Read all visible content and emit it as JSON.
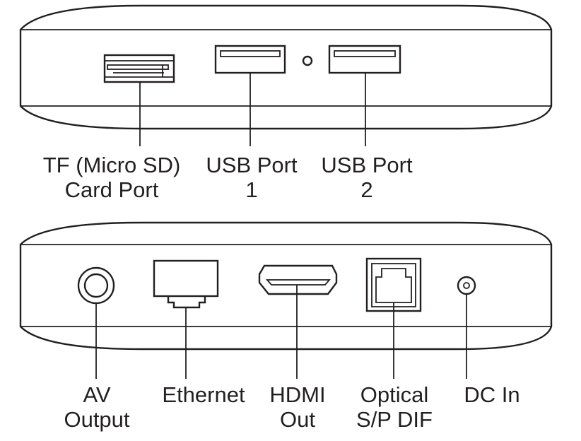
{
  "top_panel": {
    "labels": {
      "tf_port_line1": "TF (Micro SD)",
      "tf_port_line2": "Card Port",
      "usb1_line1": "USB Port",
      "usb1_line2": "1",
      "usb2_line1": "USB Port",
      "usb2_line2": "2"
    }
  },
  "bottom_panel": {
    "labels": {
      "av_line1": "AV",
      "av_line2": "Output",
      "ethernet": "Ethernet",
      "hdmi_line1": "HDMI",
      "hdmi_line2": "Out",
      "optical_line1": "Optical",
      "optical_line2": "S/P DIF",
      "dc_in": "DC In"
    }
  },
  "colors": {
    "line": "#231f20",
    "background": "#ffffff"
  }
}
